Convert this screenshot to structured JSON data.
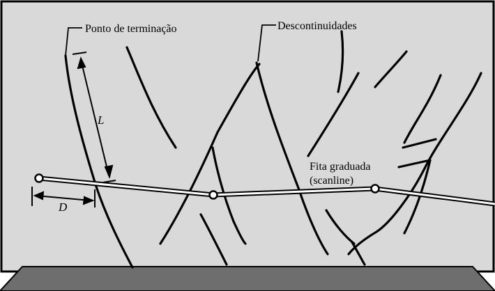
{
  "labels": {
    "termination_point": "Ponto de terminação",
    "discontinuities": "Descontinuidades",
    "length_symbol": "L",
    "spacing_symbol": "D",
    "tape_line1": "Fita graduada",
    "tape_line2": "(scanline)"
  },
  "colors": {
    "wall": "#d9d9d9",
    "floor": "#6e6e6e",
    "ink": "#000000",
    "frame": "#000000"
  }
}
